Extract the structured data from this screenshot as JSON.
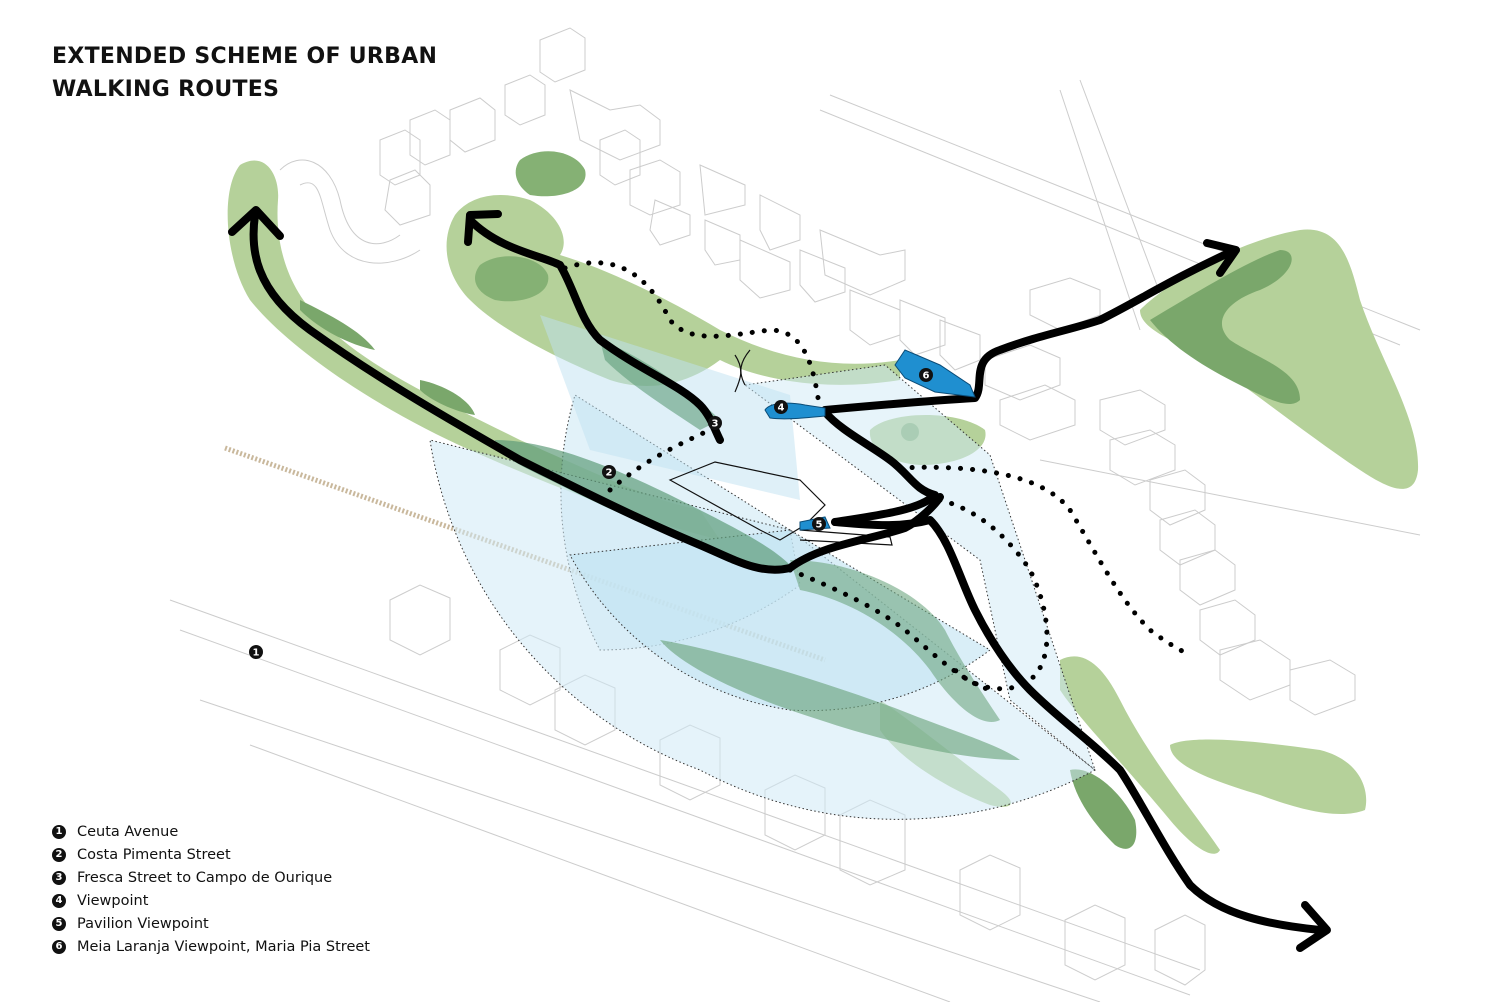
{
  "title": {
    "line1": "EXTENDED SCHEME OF URBAN",
    "line2": "WALKING ROUTES"
  },
  "legend": [
    {
      "num": "1",
      "label": "Ceuta Avenue"
    },
    {
      "num": "2",
      "label": "Costa Pimenta Street"
    },
    {
      "num": "3",
      "label": "Fresca Street to Campo de Ourique"
    },
    {
      "num": "4",
      "label": "Viewpoint"
    },
    {
      "num": "5",
      "label": "Pavilion Viewpoint"
    },
    {
      "num": "6",
      "label": "Meia Laranja Viewpoint, Maria Pia Street"
    }
  ],
  "markers": [
    "1",
    "2",
    "3",
    "4",
    "5",
    "6"
  ],
  "colors": {
    "green_light": "#b5d19a",
    "green_dark": "#7aa76b",
    "view_blue": "#cde8f4",
    "viewpoint_blue": "#1f8fd0",
    "route": "#000000",
    "building_line": "#c8c8c8"
  }
}
